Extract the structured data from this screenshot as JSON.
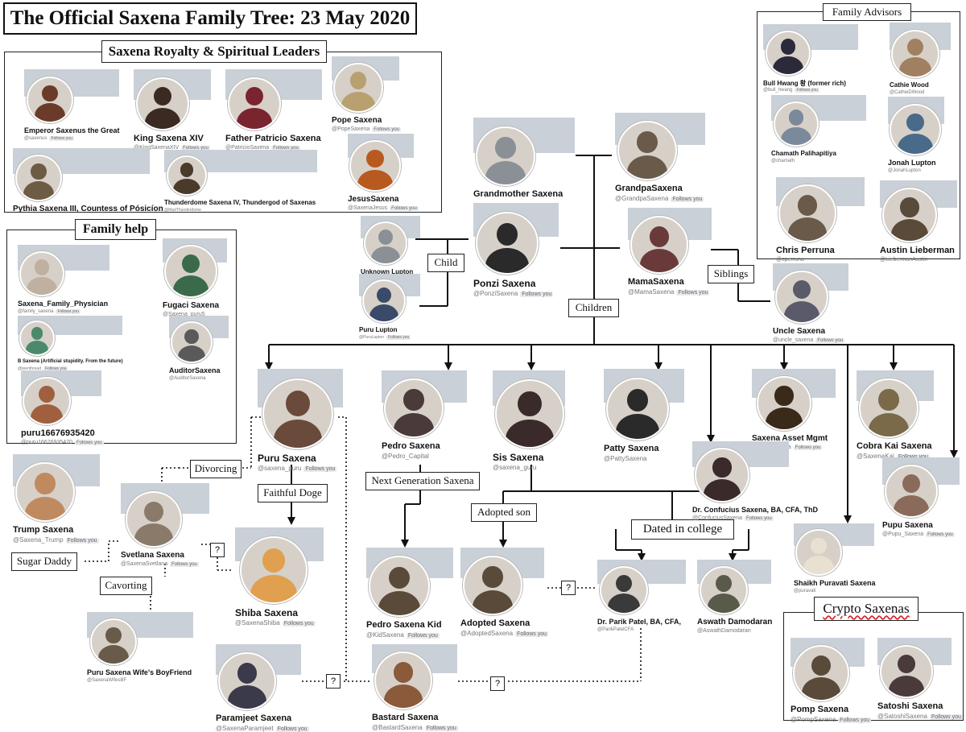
{
  "title": "The Official Saxena Family Tree: 23 May 2020",
  "groups": {
    "royalty": "Saxena Royalty & Spiritual Leaders",
    "advisors": "Family Advisors",
    "help": "Family help",
    "crypto": "Crypto Saxenas"
  },
  "relations": {
    "child": "Child",
    "siblings": "Siblings",
    "children": "Children",
    "divorcing": "Divorcing",
    "faithful_doge": "Faithful Doge",
    "next_gen": "Next Generation Saxena",
    "adopted_son": "Adopted son",
    "dated_in_college": "Dated in college",
    "sugar_daddy": "Sugar Daddy",
    "cavorting": "Cavorting",
    "unknown": "?"
  },
  "follows_you": "Follows you",
  "people": {
    "emperor": {
      "name": "Emperor Saxenus the Great",
      "handle": "@saxenus"
    },
    "king": {
      "name": "King Saxena XIV",
      "handle": "@KingSaxenaXIV"
    },
    "father": {
      "name": "Father Patricio Saxena",
      "handle": "@PatricioSaxena"
    },
    "pope": {
      "name": "Pope Saxena",
      "handle": "@PopeSaxena"
    },
    "pythia": {
      "name": "Pythia Saxena III, Countess of Pósicíon",
      "handle": ""
    },
    "thunderdome": {
      "name": "Thunderdome Saxena IV, Thundergod of Saxenas",
      "handle": "@MadThunderdome"
    },
    "jesus": {
      "name": "JesusSaxena",
      "handle": "@SaxenaJesus"
    },
    "grandmother": {
      "name": "Grandmother Saxena",
      "handle": ""
    },
    "grandpa": {
      "name": "GrandpaSaxena",
      "handle": "@GrandpaSaxena"
    },
    "unknown_lupton": {
      "name": "Unknown Lupton",
      "handle": ""
    },
    "ponzi": {
      "name": "Ponzi Saxena",
      "handle": "@PonziSaxena"
    },
    "mama": {
      "name": "MamaSaxena",
      "handle": "@MamaSaxena"
    },
    "puru_lupton": {
      "name": "Puru Lupton",
      "handle": "@PuruLupton"
    },
    "uncle": {
      "name": "Uncle Saxena",
      "handle": "@uncle_saxena"
    },
    "bull": {
      "name": "Bull Hwang 황 (former rich)",
      "handle": "@bull_hwang"
    },
    "cathie": {
      "name": "Cathie Wood",
      "handle": "@CathieDWood"
    },
    "chamath": {
      "name": "Chamath Palihapitiya",
      "handle": "@chamath"
    },
    "jonah": {
      "name": "Jonah Lupton",
      "handle": "@JonahLupton"
    },
    "chris": {
      "name": "Chris Perruna",
      "handle": "@cperruna"
    },
    "austin": {
      "name": "Austin Lieberman",
      "handle": "@LiebermanAustin"
    },
    "physician": {
      "name": "Saxena_Family_Physician",
      "handle": "@family_saxena"
    },
    "fugaci": {
      "name": "Fugaci Saxena",
      "handle": "@Saxena_puru5"
    },
    "bsaxena": {
      "name": "B Saxena (Artificial stupidity. From the future)",
      "handle": "@teenthread"
    },
    "auditor": {
      "name": "AuditorSaxena",
      "handle": "@AuditorSaxena"
    },
    "puru1667": {
      "name": "puru16676935420",
      "handle": "@puru16676935420"
    },
    "puru": {
      "name": "Puru Saxena",
      "handle": "@saxena_puru"
    },
    "pedro": {
      "name": "Pedro Saxena",
      "handle": "@Pedro_Capital"
    },
    "sis": {
      "name": "Sis Saxena",
      "handle": "@saxena_guru"
    },
    "patty": {
      "name": "Patty Saxena",
      "handle": "@PattySaxena"
    },
    "asset": {
      "name": "Saxena Asset Mgmt",
      "handle": "@UncleSaxena"
    },
    "cobra": {
      "name": "Cobra Kai Saxena",
      "handle": "@SaxenaKai"
    },
    "confucius": {
      "name": "Dr. Confucius Saxena, BA, CFA, ThD",
      "handle": "@ConfuciusSaxena"
    },
    "pupu": {
      "name": "Pupu Saxena",
      "handle": "@Pupu_Saxena"
    },
    "trump": {
      "name": "Trump Saxena",
      "handle": "@Saxena_Trump"
    },
    "svetlana": {
      "name": "Svetlana Saxena",
      "handle": "@SaxenaSvetlana"
    },
    "shiba": {
      "name": "Shiba Saxena",
      "handle": "@SaxenaShiba"
    },
    "pedro_kid": {
      "name": "Pedro Saxena Kid",
      "handle": "@KidSaxena"
    },
    "adopted": {
      "name": "Adopted Saxena",
      "handle": "@AdoptedSaxena"
    },
    "parik": {
      "name": "Dr. Parik Patel, BA, CFA,",
      "handle": "@ParikPatelCFA"
    },
    "aswath": {
      "name": "Aswath Damodaran",
      "handle": "@AswathDamodaran"
    },
    "shaikh": {
      "name": "Shaikh Puravati Saxena",
      "handle": "@puravati"
    },
    "boyfriend": {
      "name": "Puru Saxena Wife's BoyFriend",
      "handle": "@SaxenaWifesBF"
    },
    "paramjeet": {
      "name": "Paramjeet Saxena",
      "handle": "@SaxenaParamjeet"
    },
    "bastard": {
      "name": "Bastard Saxena",
      "handle": "@BastardSaxena"
    },
    "pomp": {
      "name": "Pomp Saxena",
      "handle": "@PompSaxena"
    },
    "satoshi": {
      "name": "Satoshi Saxena",
      "handle": "@SatoshiSaxena"
    }
  },
  "colors": {
    "banner": "#c9d0d7",
    "line": "#111111",
    "verified": "#1d9bf0"
  }
}
